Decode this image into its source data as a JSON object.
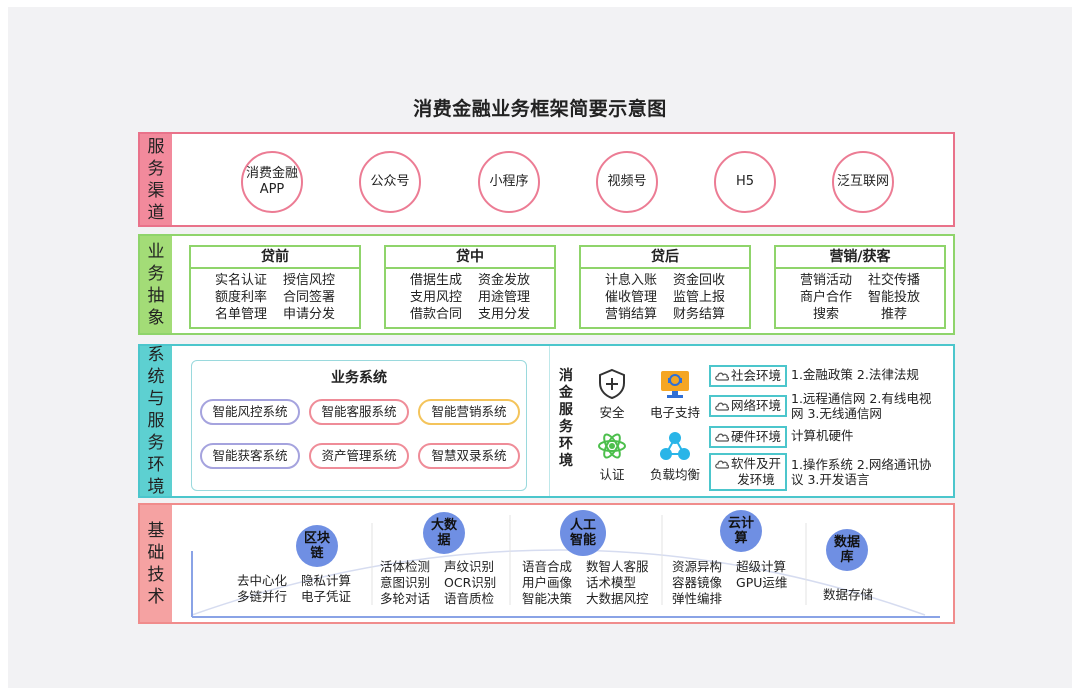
{
  "title": "消费金融业务框架简要示意图",
  "colors": {
    "channel_row": "#f28a9c",
    "business_row": "#a3dc77",
    "system_row": "#5dd0d1",
    "tech_row": "#f5a2a2",
    "tech_circle": "#6f8fe3"
  },
  "rows": {
    "channels": {
      "label": [
        "服",
        "务",
        "渠",
        "道"
      ],
      "items": [
        {
          "line1": "消费金融",
          "line2": "APP"
        },
        {
          "line1": "公众号",
          "line2": ""
        },
        {
          "line1": "小程序",
          "line2": ""
        },
        {
          "line1": "视频号",
          "line2": ""
        },
        {
          "line1": "H5",
          "line2": ""
        },
        {
          "line1": "泛互联网",
          "line2": ""
        }
      ]
    },
    "business": {
      "label": [
        "业",
        "务",
        "抽",
        "象"
      ],
      "boxes": [
        {
          "title": "贷前",
          "items": [
            "实名认证",
            "授信风控",
            "额度利率",
            "合同签署",
            "名单管理",
            "申请分发"
          ]
        },
        {
          "title": "贷中",
          "items": [
            "借据生成",
            "资金发放",
            "支用风控",
            "用途管理",
            "借款合同",
            "支用分发"
          ]
        },
        {
          "title": "贷后",
          "items": [
            "计息入账",
            "资金回收",
            "催收管理",
            "监管上报",
            "营销结算",
            "财务结算"
          ]
        },
        {
          "title": "营销/获客",
          "items": [
            "营销活动",
            "社交传播",
            "商户合作",
            "智能投放",
            "搜索",
            "推荐"
          ]
        }
      ]
    },
    "systems": {
      "label": [
        "系",
        "统",
        "与",
        "服",
        "务",
        "环",
        "境"
      ],
      "panel_title": "业务系统",
      "pills": [
        "智能风控系统",
        "智能客服系统",
        "智能营销系统",
        "智能获客系统",
        "资产管理系统",
        "智慧双录系统"
      ],
      "env_label": [
        "消",
        "金",
        "服",
        "务",
        "环",
        "境"
      ],
      "env_icons": [
        {
          "icon": "shield-plus-icon",
          "label": "安全"
        },
        {
          "icon": "monitor-support-icon",
          "label": "电子支持"
        },
        {
          "icon": "atom-icon",
          "label": "认证"
        },
        {
          "icon": "network-nodes-icon",
          "label": "负载均衡"
        }
      ],
      "environments": [
        {
          "name": "社会环境",
          "desc": "1.金融政策  2.法律法规"
        },
        {
          "name": "网络环境",
          "desc": "1.远程通信网  2.有线电视网  3.无线通信网"
        },
        {
          "name": "硬件环境",
          "desc": "计算机硬件"
        },
        {
          "name_line1": "软件及开",
          "name_line2": "发环境",
          "desc": "1.操作系统  2.网络通讯协议  3.开发语言"
        }
      ]
    },
    "tech": {
      "label": [
        "基",
        "础",
        "技",
        "术"
      ],
      "groups": [
        {
          "line1": "区块",
          "line2": "链",
          "items": [
            "去中心化",
            "隐私计算",
            "多链并行",
            "电子凭证"
          ]
        },
        {
          "line1": "大数",
          "line2": "据",
          "items": [
            "活体检测",
            "声纹识别",
            "意图识别",
            "OCR识别",
            "多轮对话",
            "语音质检"
          ]
        },
        {
          "line1": "人工",
          "line2": "智能",
          "items": [
            "语音合成",
            "数智人客服",
            "用户画像",
            "话术模型",
            "智能决策",
            "大数据风控"
          ]
        },
        {
          "line1": "云计",
          "line2": "算",
          "items": [
            "资源异构",
            "超级计算",
            "容器镜像",
            "GPU运维",
            "弹性编排",
            ""
          ]
        },
        {
          "line1": "数据",
          "line2": "库",
          "items": [
            "数据存储"
          ]
        }
      ]
    }
  }
}
